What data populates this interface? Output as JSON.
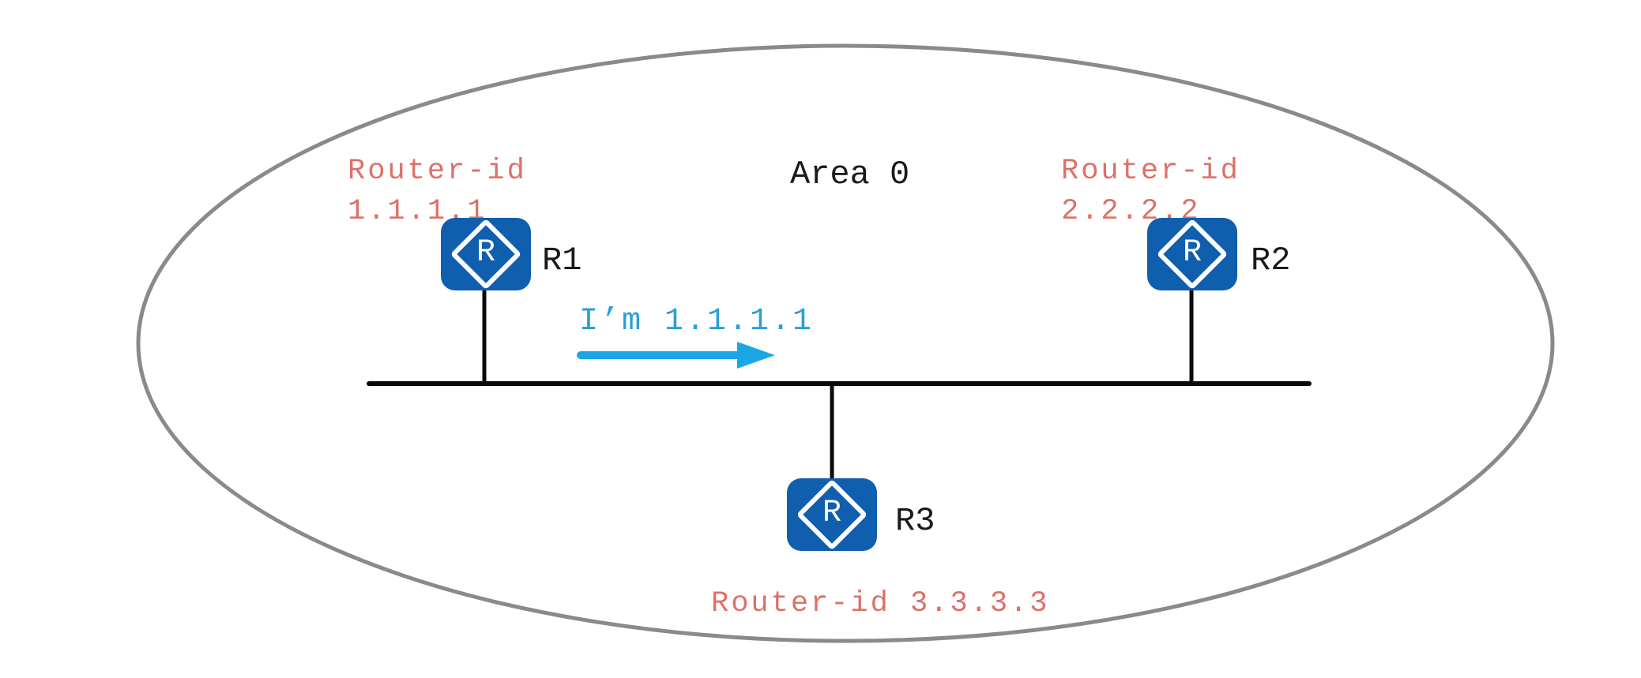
{
  "diagram": {
    "area_label": "Area 0",
    "icon_letter": "R",
    "message": {
      "text": "I’m 1.1.1.1"
    },
    "routers": [
      {
        "name": "R1",
        "id_label_line1": "Router-id",
        "id_label_line2": "1.1.1.1"
      },
      {
        "name": "R2",
        "id_label_line1": "Router-id",
        "id_label_line2": "2.2.2.2"
      },
      {
        "name": "R3",
        "id_label": "Router-id 3.3.3.3"
      }
    ],
    "colors": {
      "router_blue": "#0F5FAE",
      "label_red": "#DC7168",
      "message_blue": "#2B9FD8",
      "arrow_blue": "#1BA7E6",
      "ellipse_gray": "#8A8A8A",
      "line_black": "#0A0A0A"
    }
  }
}
